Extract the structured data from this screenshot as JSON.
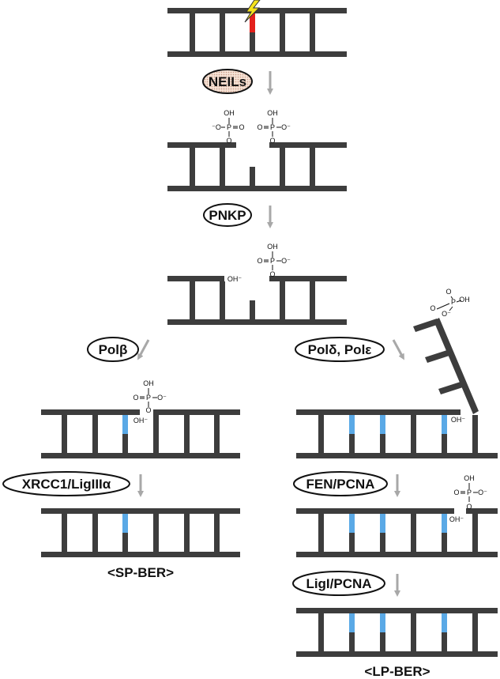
{
  "enzymes": {
    "neils": "NEILs",
    "pnkp": "PNKP",
    "pol_beta": "Polβ",
    "pol_delta_eps": "Polδ, Polε",
    "xrcc1": "XRCC1/LigIIIα",
    "fen": "FEN/PCNA",
    "lig1": "LigI/PCNA"
  },
  "labels": {
    "sp": "<SP-BER>",
    "lp": "<LP-BER>"
  },
  "chem": {
    "oh": "OH",
    "oh_end": "OH",
    "o": "O",
    "o_minus": "O",
    "p": "P",
    "minus": "-"
  },
  "colors": {
    "strand": "#3d3d3d",
    "lesion": "#e3201b",
    "new_base": "#5aa9e6",
    "arrow": "#a8a8a8",
    "neils_fill": "#f3d7c4",
    "lightning": "#f5e21b"
  }
}
